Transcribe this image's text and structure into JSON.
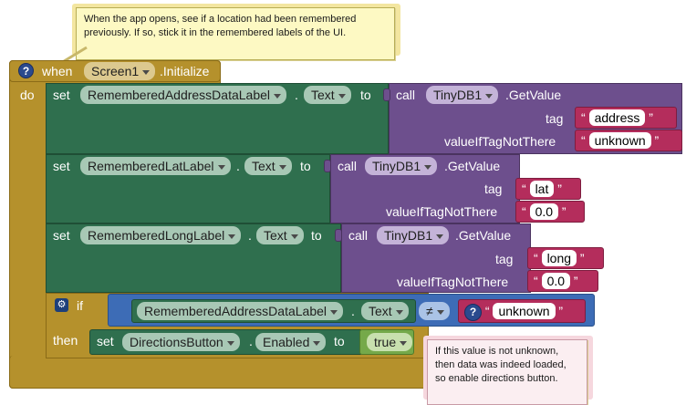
{
  "comments": {
    "top": "When the app opens, see if a location had been remembered previously. If so, stick it in the remembered labels of the UI.",
    "bottom": "If this value is not unknown, then data was indeed loaded, so enable directions button."
  },
  "event": {
    "help": "?",
    "when": "when",
    "component": "Screen1",
    "event_name": ".Initialize",
    "do": "do"
  },
  "set_blocks": [
    {
      "set": "set",
      "component": "RememberedAddressDataLabel",
      "dot": ".",
      "property": "Text",
      "to": "to",
      "call": "call",
      "db": "TinyDB1",
      "method": ".GetValue",
      "tag_label": "tag",
      "tag_value": "address",
      "default_label": "valueIfTagNotThere",
      "default_value": "unknown"
    },
    {
      "set": "set",
      "component": "RememberedLatLabel",
      "dot": ".",
      "property": "Text",
      "to": "to",
      "call": "call",
      "db": "TinyDB1",
      "method": ".GetValue",
      "tag_label": "tag",
      "tag_value": "lat",
      "default_label": "valueIfTagNotThere",
      "default_value": "0.0"
    },
    {
      "set": "set",
      "component": "RememberedLongLabel",
      "dot": ".",
      "property": "Text",
      "to": "to",
      "call": "call",
      "db": "TinyDB1",
      "method": ".GetValue",
      "tag_label": "tag",
      "tag_value": "long",
      "default_label": "valueIfTagNotThere",
      "default_value": "0.0"
    }
  ],
  "if_block": {
    "gear": "⚙",
    "if": "if",
    "then": "then",
    "component": "RememberedAddressDataLabel",
    "dot": ".",
    "property": "Text",
    "operator": "≠",
    "help": "?",
    "compare_value": "unknown",
    "then_set": "set",
    "then_component": "DirectionsButton",
    "then_dot": ".",
    "then_property": "Enabled",
    "then_to": "to",
    "then_value": "true"
  },
  "colors": {
    "event": "#b5912c",
    "set": "#2f6f4e",
    "call": "#6d4f8d",
    "text": "#b42d5c",
    "if": "#3d6cb6",
    "logic": "#75a94a"
  }
}
